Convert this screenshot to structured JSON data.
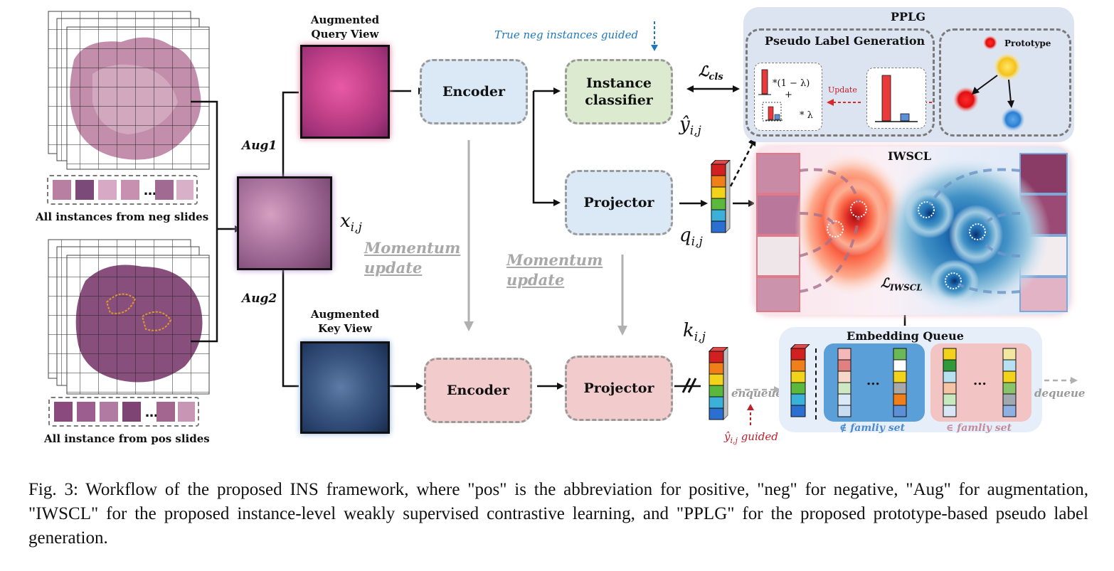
{
  "figure": {
    "labels": {
      "aug_query_view": "Augmented\nQuery View",
      "aug_key_view": "Augmented\nKey View",
      "aug1": "Aug1",
      "aug2": "Aug2",
      "neg_instances": "All instances from neg slides",
      "pos_instances": "All instance from pos slides",
      "x_ij": "x",
      "x_sub": "i,j",
      "true_neg_guided": "True neg instances guided",
      "encoder_top": "Encoder",
      "encoder_bottom": "Encoder",
      "instance_classifier": "Instance\nclassifier",
      "projector_top": "Projector",
      "projector_bottom": "Projector",
      "momentum_update_1": "Momentum\nupdate",
      "momentum_update_2": "Momentum\nupdate",
      "l_cls": "ℒ",
      "l_cls_sub": "cls",
      "y_hat": "ŷ",
      "y_sub": "i,j",
      "q": "q",
      "q_sub": "i,j",
      "k": "k",
      "k_sub": "i,j",
      "enqueue": "enqueue",
      "dequeue": "dequeue",
      "y_guided": "ŷ",
      "y_guided_sub": "i,j",
      "y_guided_text": "guided",
      "pplg_title": "PPLG",
      "pseudo_label_generation": "Pseudo Label Generation",
      "prototype": "Prototype",
      "update": "Update",
      "formula_1": "*(1 − λ)",
      "formula_plus": "+",
      "formula_2": "* λ",
      "iwscl_title": "IWSCL",
      "l_iwscl": "ℒ",
      "l_iwscl_sub": "IWSCL",
      "embedding_queue": "Embedding Queue",
      "ellipsis": "...",
      "not_family": "∉ famliy set",
      "in_family": "∈ famliy set"
    },
    "colors": {
      "blue_box": "#dbe8f5",
      "green_box": "#dcebd0",
      "pink_box": "#f2cccc",
      "true_neg_blue": "#1f77c2",
      "guided_red": "#c0202a",
      "queue_blue_panel": "#5a9fd8",
      "queue_pink_panel": "#f2c4c4"
    },
    "icons": [
      "wsi-slide-stack",
      "tissue-patch",
      "cube-embedding-column",
      "kde-density-map",
      "bar-chart"
    ]
  },
  "caption": "Fig. 3: Workflow of the proposed INS framework, where \"pos\" is the abbreviation for positive, \"neg\" for negative, \"Aug\" for augmentation, \"IWSCL\" for the proposed instance-level weakly supervised contrastive learning, and \"PPLG\" for the proposed prototype-based pseudo label generation."
}
